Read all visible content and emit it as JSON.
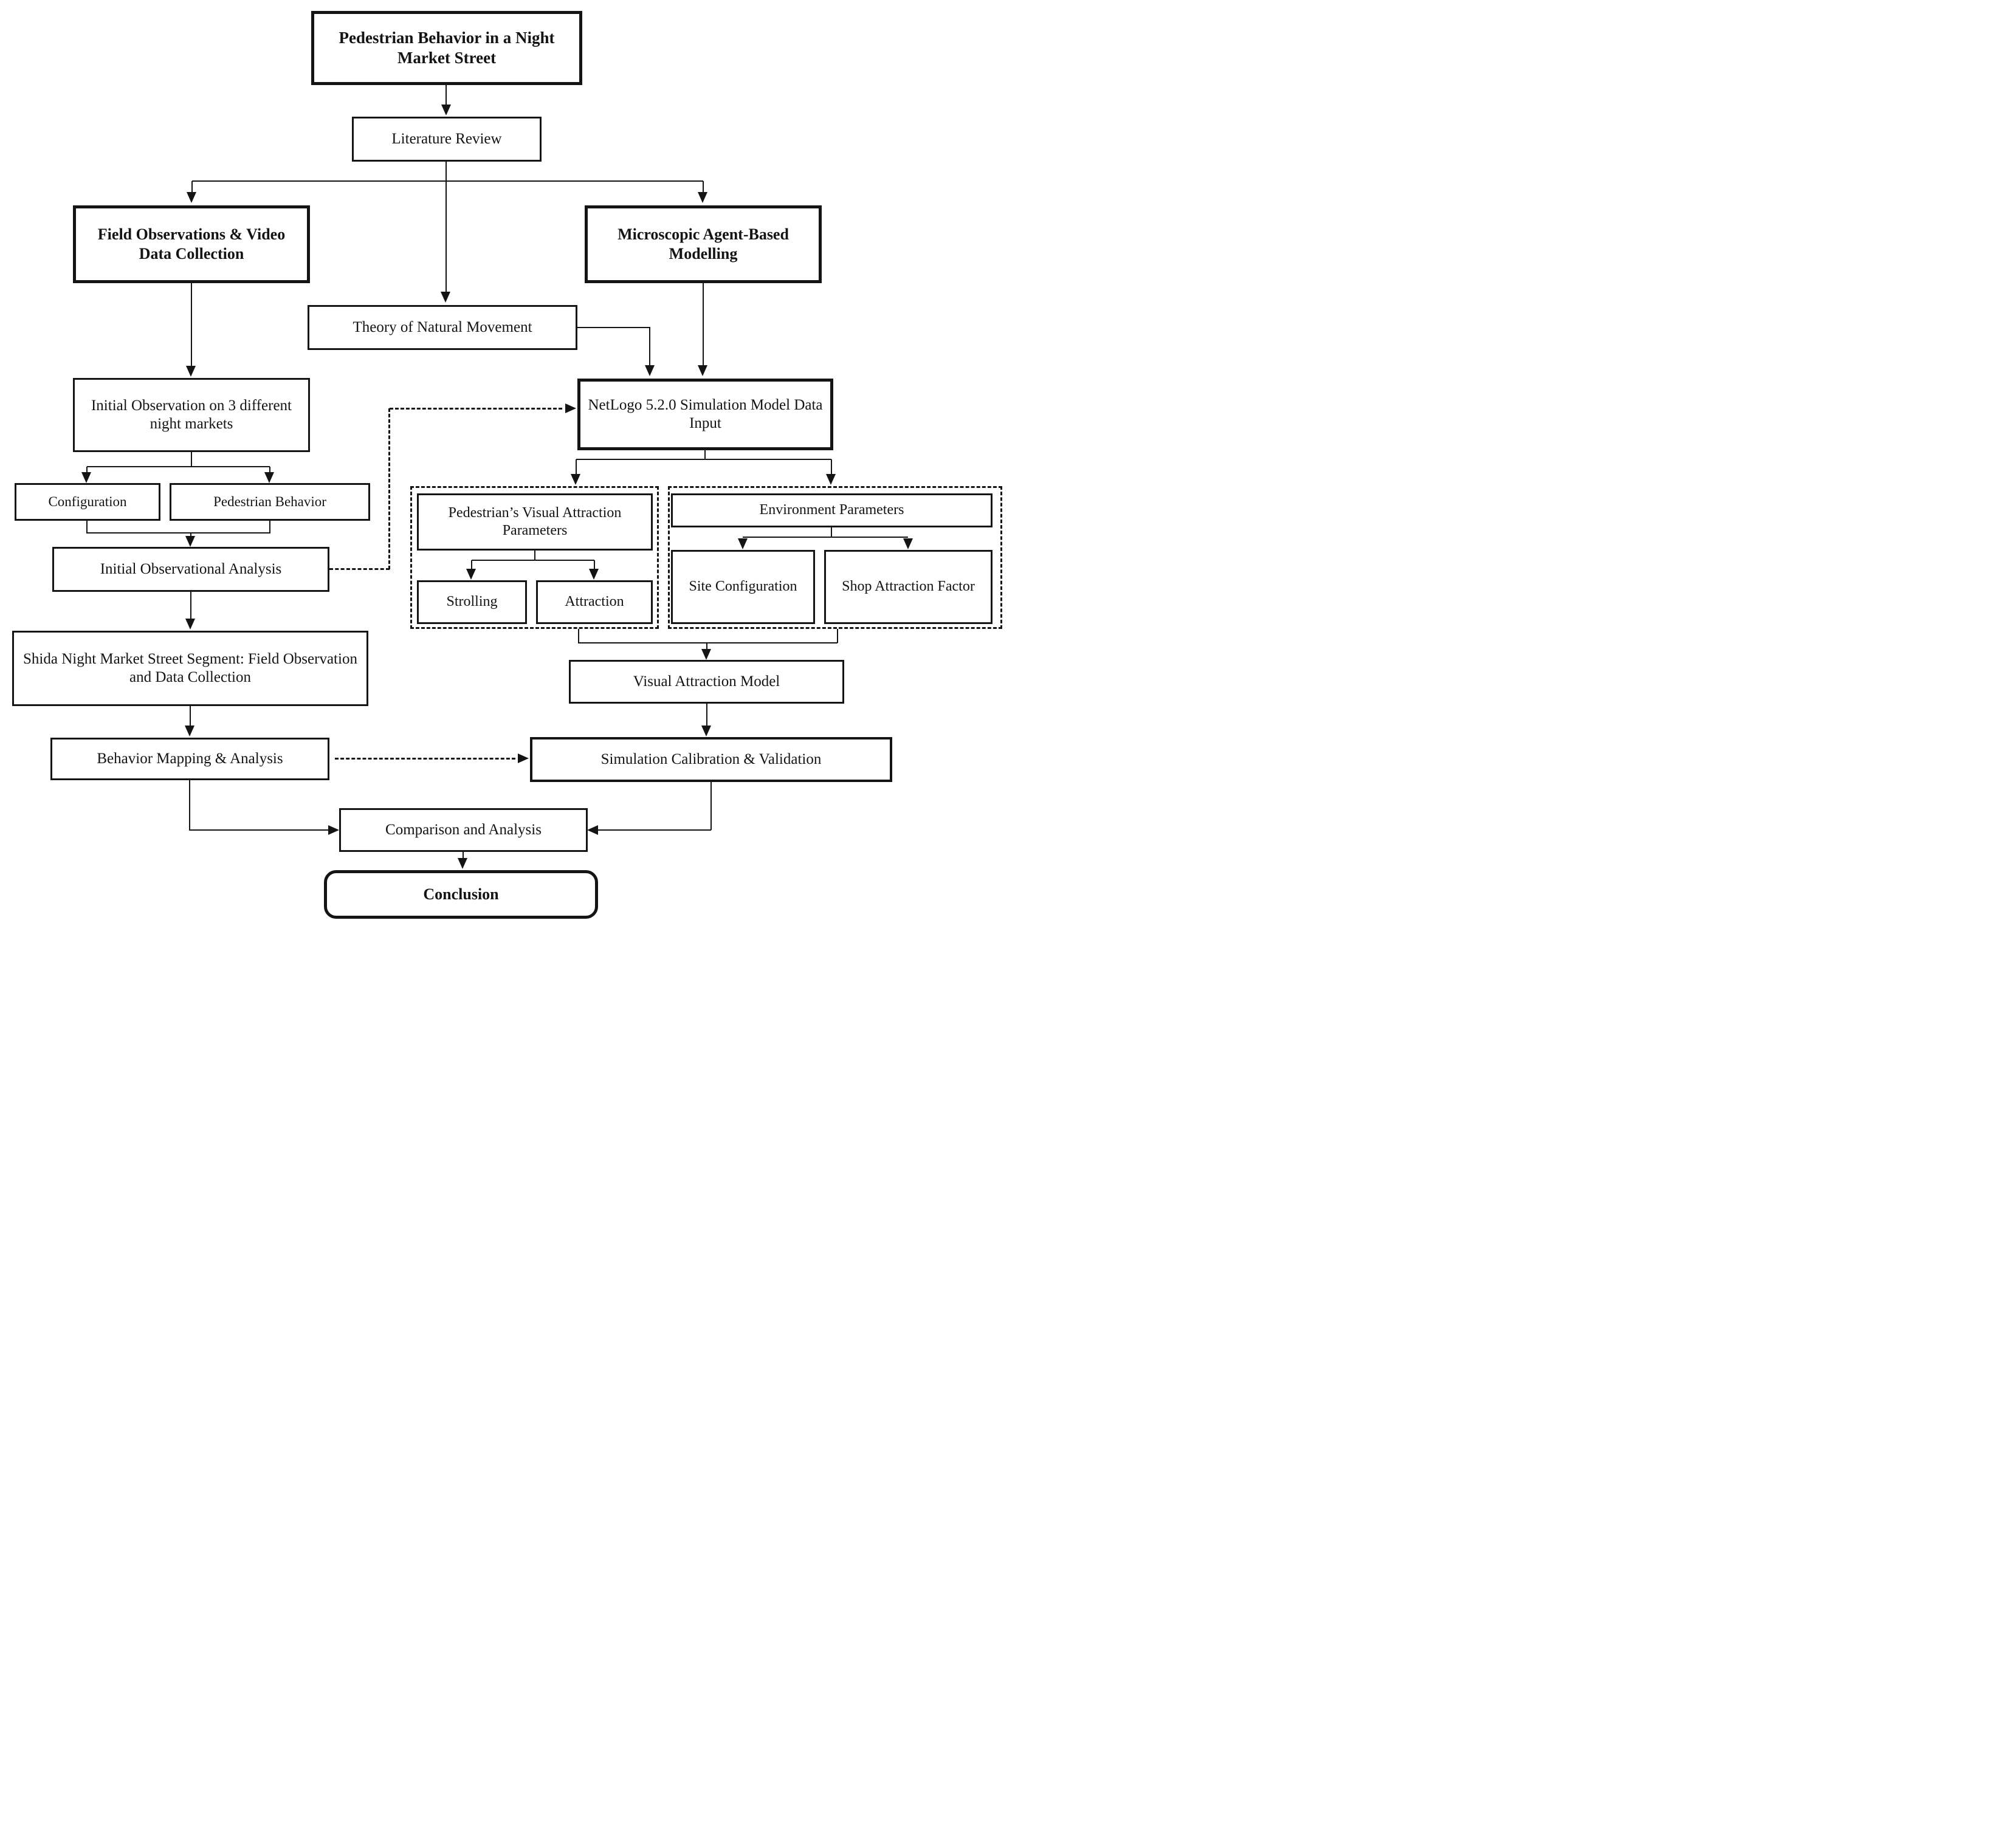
{
  "nodes": {
    "title": {
      "label": "Pedestrian Behavior in a Night Market Street"
    },
    "literature": {
      "label": "Literature Review"
    },
    "field_obs": {
      "label": "Field Observations & Video Data Collection"
    },
    "micro": {
      "label": "Microscopic Agent-Based Modelling"
    },
    "theory": {
      "label": "Theory of Natural Movement"
    },
    "netlogo": {
      "label": "NetLogo 5.2.0 Simulation Model Data Input"
    },
    "initial_obs": {
      "label": "Initial Observation on 3 different night markets"
    },
    "config": {
      "label": "Configuration"
    },
    "ped_beh": {
      "label": "Pedestrian Behavior"
    },
    "ioa": {
      "label": "Initial Observational Analysis"
    },
    "shida": {
      "label": "Shida Night Market Street Segment: Field Observation and Data Collection"
    },
    "behavior_map": {
      "label": "Behavior Mapping & Analysis"
    },
    "pva": {
      "label": "Pedestrian’s Visual Attraction Parameters"
    },
    "strolling": {
      "label": "Strolling"
    },
    "attraction": {
      "label": "Attraction"
    },
    "env": {
      "label": "Environment Parameters"
    },
    "site_config": {
      "label": "Site Configuration"
    },
    "shop_attr": {
      "label": "Shop Attraction Factor"
    },
    "vam": {
      "label": "Visual Attraction Model"
    },
    "sim_cal": {
      "label": "Simulation Calibration & Validation"
    },
    "comparison": {
      "label": "Comparison and Analysis"
    },
    "conclusion": {
      "label": "Conclusion"
    }
  },
  "colors": {
    "line": "#141414",
    "box_background": "#ffffff",
    "text": "#141414"
  }
}
